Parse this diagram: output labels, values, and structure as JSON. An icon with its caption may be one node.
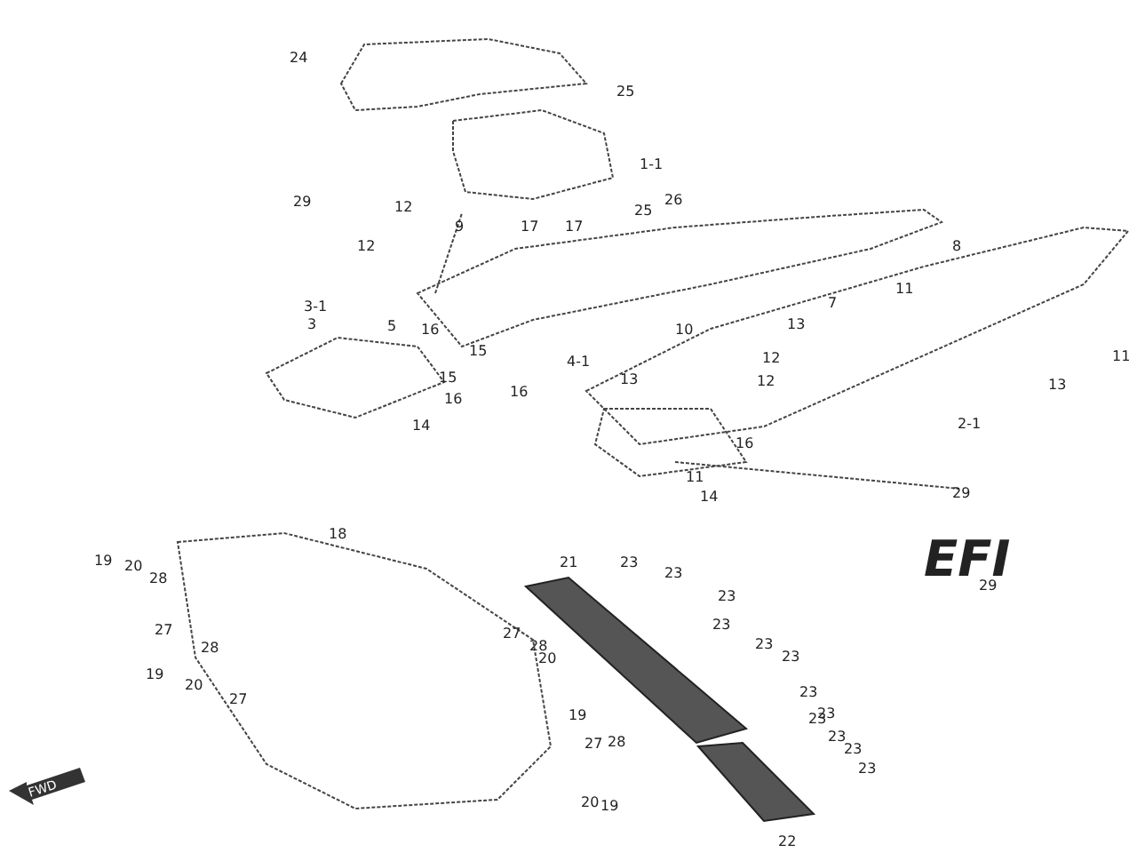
{
  "diagram": {
    "labels": [
      "24",
      "25",
      "1-1",
      "26",
      "25",
      "17",
      "17",
      "29",
      "12",
      "12",
      "9",
      "3-1",
      "3",
      "5",
      "16",
      "15",
      "15",
      "16",
      "14",
      "16",
      "4-1",
      "10",
      "13",
      "12",
      "12",
      "16",
      "11",
      "14",
      "13",
      "7",
      "11",
      "8",
      "2-1",
      "11",
      "13",
      "29",
      "18",
      "19",
      "20",
      "28",
      "27",
      "19",
      "28",
      "20",
      "27",
      "21",
      "23",
      "23",
      "23",
      "23",
      "23",
      "23",
      "23",
      "23",
      "27",
      "28",
      "20",
      "19",
      "27",
      "28",
      "20",
      "19",
      "23",
      "23",
      "23",
      "23",
      "22",
      "EFI",
      "29",
      "FWD"
    ]
  }
}
